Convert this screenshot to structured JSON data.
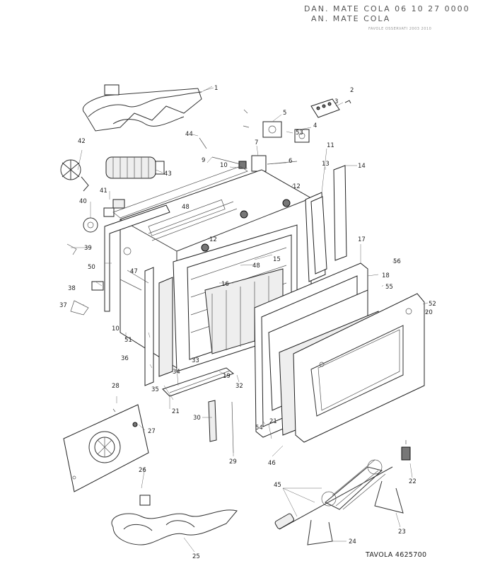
{
  "header": {
    "line1": "DAN. MATE COLA 06 10 27 0000",
    "line2": "AN. MATE COLA",
    "line3": "FAVOLE OSSERVATI 2003 2010"
  },
  "footer": {
    "tavola": "TAVOLA 4625700"
  },
  "callouts": [
    {
      "n": "1"
    },
    {
      "n": "2"
    },
    {
      "n": "3"
    },
    {
      "n": "4"
    },
    {
      "n": "5"
    },
    {
      "n": "6"
    },
    {
      "n": "7"
    },
    {
      "n": "9"
    },
    {
      "n": "10"
    },
    {
      "n": "11"
    },
    {
      "n": "12"
    },
    {
      "n": "12"
    },
    {
      "n": "13"
    },
    {
      "n": "14"
    },
    {
      "n": "15"
    },
    {
      "n": "16"
    },
    {
      "n": "17"
    },
    {
      "n": "18"
    },
    {
      "n": "19"
    },
    {
      "n": "20"
    },
    {
      "n": "21"
    },
    {
      "n": "21"
    },
    {
      "n": "22"
    },
    {
      "n": "23"
    },
    {
      "n": "24"
    },
    {
      "n": "25"
    },
    {
      "n": "26"
    },
    {
      "n": "27"
    },
    {
      "n": "28"
    },
    {
      "n": "29"
    },
    {
      "n": "30"
    },
    {
      "n": "32"
    },
    {
      "n": "33"
    },
    {
      "n": "34"
    },
    {
      "n": "35"
    },
    {
      "n": "36"
    },
    {
      "n": "37"
    },
    {
      "n": "38"
    },
    {
      "n": "39"
    },
    {
      "n": "40"
    },
    {
      "n": "41"
    },
    {
      "n": "42"
    },
    {
      "n": "43"
    },
    {
      "n": "44"
    },
    {
      "n": "45"
    },
    {
      "n": "46"
    },
    {
      "n": "47"
    },
    {
      "n": "48"
    },
    {
      "n": "48"
    },
    {
      "n": "50"
    },
    {
      "n": "51"
    },
    {
      "n": "52"
    },
    {
      "n": "53"
    },
    {
      "n": "54"
    },
    {
      "n": "55"
    },
    {
      "n": "56"
    },
    {
      "n": "12"
    },
    {
      "n": "10"
    }
  ]
}
